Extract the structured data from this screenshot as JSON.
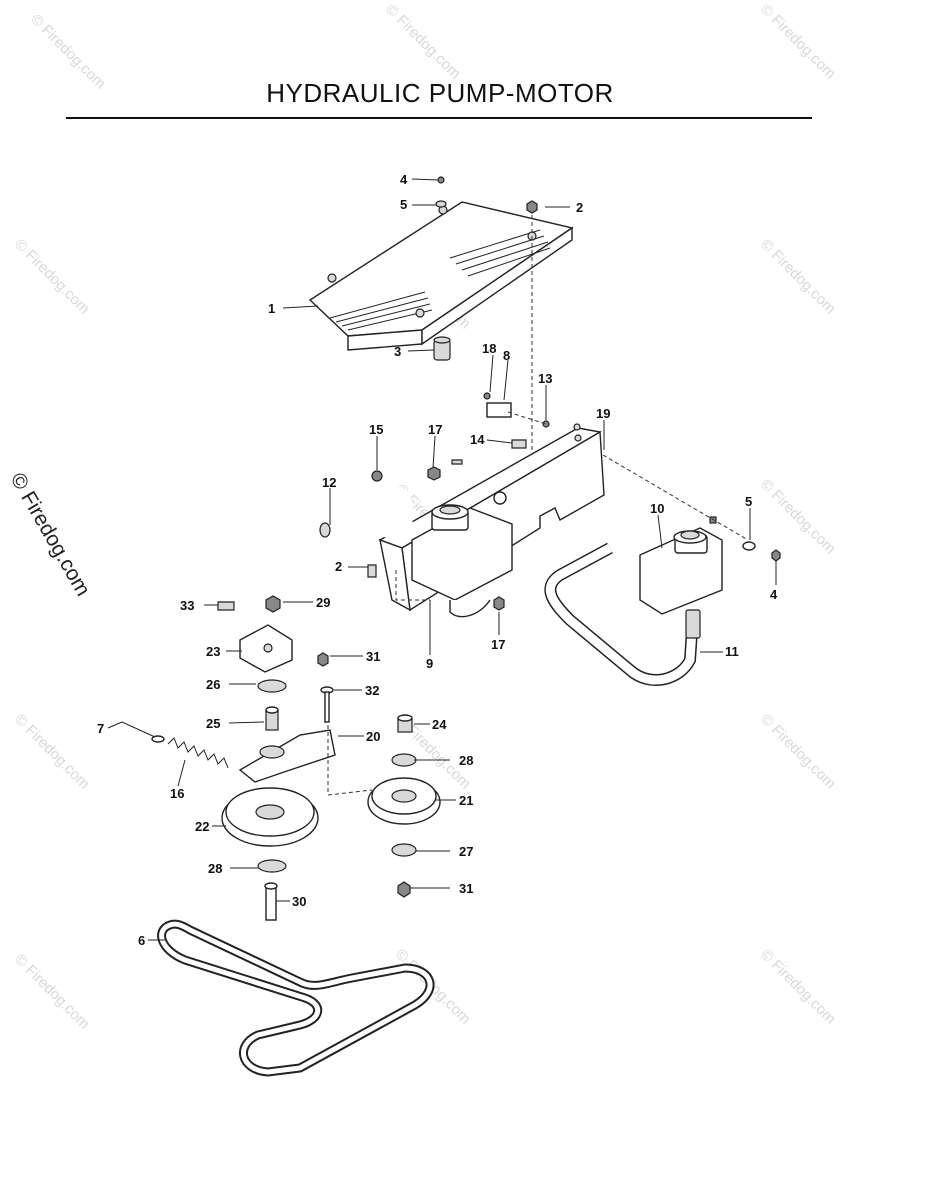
{
  "title": "HYDRAULIC PUMP-MOTOR",
  "watermark": "© Firedog.com",
  "callouts": [
    "1",
    "2",
    "2",
    "3",
    "4",
    "4",
    "5",
    "5",
    "6",
    "7",
    "8",
    "9",
    "10",
    "11",
    "12",
    "13",
    "14",
    "15",
    "16",
    "17",
    "17",
    "18",
    "19",
    "20",
    "21",
    "22",
    "23",
    "24",
    "25",
    "26",
    "27",
    "28",
    "28",
    "29",
    "30",
    "31",
    "31",
    "32",
    "33"
  ],
  "colors": {
    "ink": "#111111",
    "watermark": "#d8d8d8",
    "background": "#ffffff"
  }
}
